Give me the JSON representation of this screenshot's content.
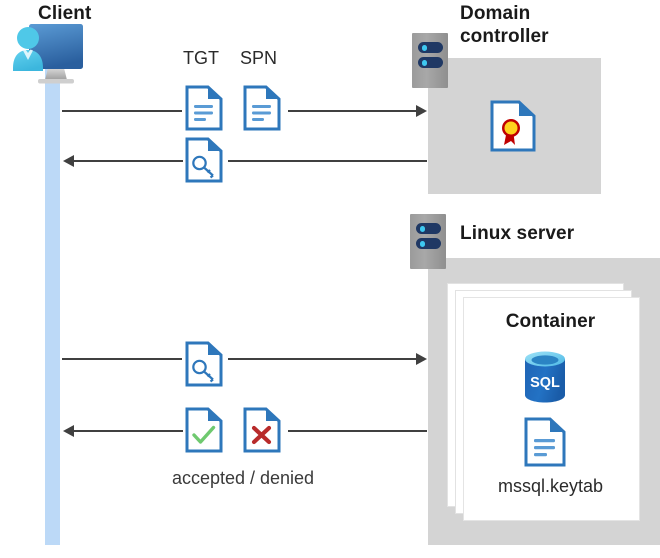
{
  "diagram": {
    "title": "Kerberos authentication flow between client, domain controller and Linux server container",
    "background": "#ffffff",
    "accent_blue": "#2e77bb",
    "lifeline_blue": "#bcd9f7",
    "zone_gray": "#d4d4d4",
    "line_color": "#404040"
  },
  "client": {
    "label": "Client",
    "icon": "user-with-monitor-icon"
  },
  "domain_controller": {
    "label_line1": "Domain",
    "label_line2": "controller",
    "server_icon": "server-rack-icon",
    "content_icon": "certificate-document-icon"
  },
  "linux_server": {
    "label": "Linux server",
    "server_icon": "server-rack-icon",
    "container": {
      "label": "Container",
      "db_icon": "sql-database-icon",
      "db_icon_text": "SQL",
      "keytab_icon": "document-lines-icon",
      "keytab_label": "mssql.keytab"
    }
  },
  "messages": [
    {
      "id": "msg-tgt-spn-request",
      "direction": "right",
      "icon_labels": [
        "TGT",
        "SPN"
      ],
      "icons": [
        "document-lines-icon",
        "document-lines-icon"
      ]
    },
    {
      "id": "msg-service-ticket-response",
      "direction": "left",
      "icon_labels": [],
      "icons": [
        "document-key-icon"
      ]
    },
    {
      "id": "msg-ticket-presented",
      "direction": "right",
      "icon_labels": [],
      "icons": [
        "document-key-icon"
      ]
    },
    {
      "id": "msg-accepted-denied",
      "direction": "left",
      "icon_labels": [],
      "icons": [
        "document-check-icon",
        "document-cross-icon"
      ],
      "caption": "accepted / denied"
    }
  ],
  "labels": {
    "tgt": "TGT",
    "spn": "SPN",
    "accepted_denied": "accepted / denied"
  }
}
